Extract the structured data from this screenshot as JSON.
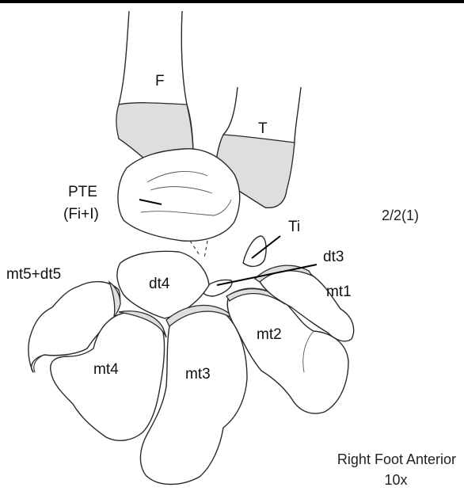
{
  "labels": {
    "fibula": "F",
    "tibia": "T",
    "pte": "PTE",
    "pte_sub": "(Fi+I)",
    "tibiale": "Ti",
    "dt3": "dt3",
    "dt4": "dt4",
    "mt5dt5": "mt5+dt5",
    "mt1": "mt1",
    "mt2": "mt2",
    "mt3": "mt3",
    "mt4": "mt4"
  },
  "stage": "2/2(1)",
  "view": "Right Foot Anterior",
  "magnification": "10x",
  "colors": {
    "cartilage": "#dedede",
    "outline": "#2a2a2a",
    "bone": "#ffffff"
  }
}
